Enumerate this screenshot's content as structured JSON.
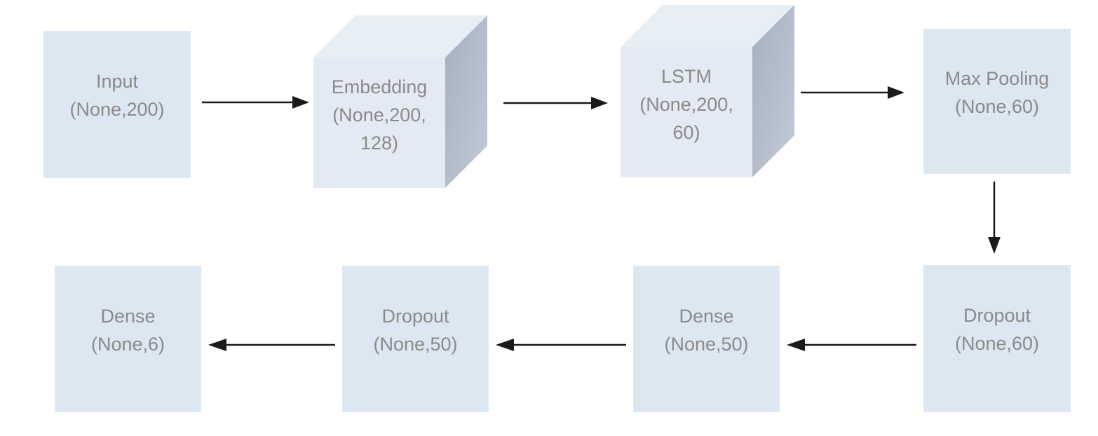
{
  "diagram": {
    "type": "neural-network-architecture-flowchart",
    "nodes": [
      {
        "id": "input",
        "shape": "rect",
        "label": "Input\n(None,200)"
      },
      {
        "id": "embedding",
        "shape": "cube",
        "label": "Embedding\n(None,200,\n128)"
      },
      {
        "id": "lstm",
        "shape": "cube",
        "label": "LSTM\n(None,200,\n60)"
      },
      {
        "id": "max-pooling",
        "shape": "rect",
        "label": "Max Pooling\n(None,60)"
      },
      {
        "id": "dropout-60",
        "shape": "rect",
        "label": "Dropout\n(None,60)"
      },
      {
        "id": "dense-50",
        "shape": "rect",
        "label": "Dense\n(None,50)"
      },
      {
        "id": "dropout-50",
        "shape": "rect",
        "label": "Dropout\n(None,50)"
      },
      {
        "id": "dense-6",
        "shape": "rect",
        "label": "Dense\n(None,6)"
      }
    ],
    "edges": [
      {
        "from": "input",
        "to": "embedding",
        "direction": "right"
      },
      {
        "from": "embedding",
        "to": "lstm",
        "direction": "right"
      },
      {
        "from": "lstm",
        "to": "max-pooling",
        "direction": "right"
      },
      {
        "from": "max-pooling",
        "to": "dropout-60",
        "direction": "down"
      },
      {
        "from": "dropout-60",
        "to": "dense-50",
        "direction": "left"
      },
      {
        "from": "dense-50",
        "to": "dropout-50",
        "direction": "left"
      },
      {
        "from": "dropout-50",
        "to": "dense-6",
        "direction": "left"
      }
    ],
    "colors": {
      "background": "#ffffff",
      "box_fill": "#dde7f2",
      "cube_front": "#e3eaf3",
      "cube_top": "#e8eef6",
      "cube_side_dark": "#a5afbe",
      "cube_side_light": "#c2cbd7",
      "label_text": "#8a8a8a",
      "arrow": "#1a1a1a"
    }
  }
}
